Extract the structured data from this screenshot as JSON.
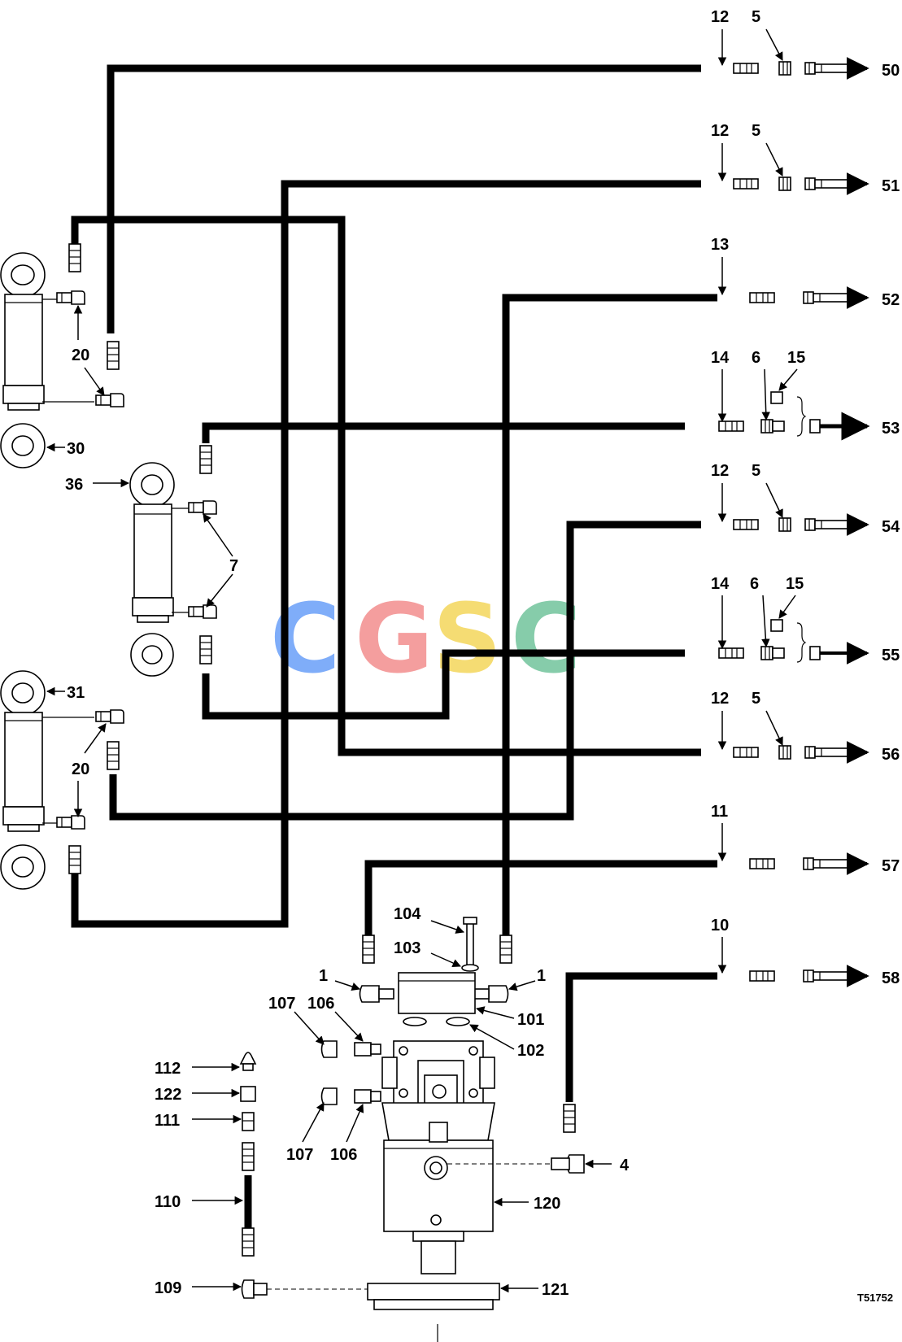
{
  "diagram": {
    "drawing_code": "T51752",
    "watermark": {
      "letters": [
        "C",
        "G",
        "S",
        "C"
      ],
      "colors": [
        "#4f8ef7",
        "#f07a7a",
        "#f2cf3e",
        "#58b98a"
      ]
    },
    "ports": [
      "50",
      "51",
      "52",
      "53",
      "54",
      "55",
      "56",
      "57",
      "58"
    ],
    "callouts": {
      "c12": "12",
      "c5": "5",
      "c13": "13",
      "c14": "14",
      "c6": "6",
      "c15": "15",
      "c11": "11",
      "c10": "10",
      "c20": "20",
      "c30": "30",
      "c36": "36",
      "c7": "7",
      "c31": "31",
      "c104": "104",
      "c103": "103",
      "c1": "1",
      "c101": "101",
      "c102": "102",
      "c107": "107",
      "c106": "106",
      "c112": "112",
      "c122": "122",
      "c111": "111",
      "c110": "110",
      "c109": "109",
      "c4": "4",
      "c120": "120",
      "c121": "121"
    }
  }
}
